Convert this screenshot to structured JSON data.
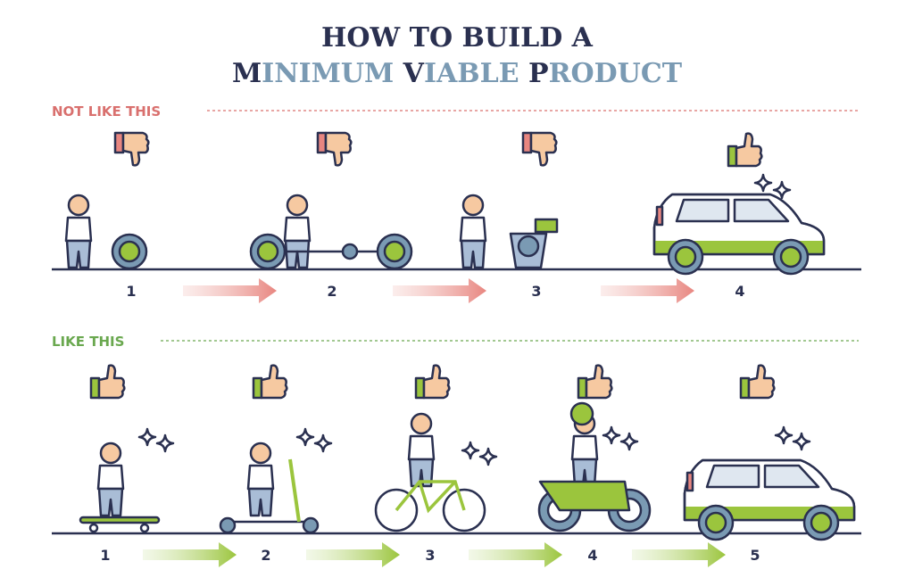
{
  "title": {
    "line1": "HOW TO BUILD A",
    "line2_parts": [
      {
        "text": "M",
        "accent": true
      },
      {
        "text": "INIMUM ",
        "accent": false
      },
      {
        "text": "V",
        "accent": true
      },
      {
        "text": "IABLE ",
        "accent": false
      },
      {
        "text": "P",
        "accent": true
      },
      {
        "text": "RODUCT",
        "accent": false
      }
    ]
  },
  "colors": {
    "navy": "#2a3050",
    "steel": "#7a9ab3",
    "red": "#d9706e",
    "green": "#6aa84f",
    "lime": "#9bc53d",
    "skin": "#f6c9a1"
  },
  "sections": [
    {
      "label": "NOT LIKE THIS",
      "steps": [
        {
          "number": "1",
          "item": "wheel",
          "rating": "thumbs-down"
        },
        {
          "number": "2",
          "item": "axle-chassis",
          "rating": "thumbs-down"
        },
        {
          "number": "3",
          "item": "parts-in-bin",
          "rating": "thumbs-down"
        },
        {
          "number": "4",
          "item": "car",
          "rating": "thumbs-up"
        }
      ]
    },
    {
      "label": "LIKE THIS",
      "steps": [
        {
          "number": "1",
          "item": "skateboard",
          "rating": "thumbs-up"
        },
        {
          "number": "2",
          "item": "scooter",
          "rating": "thumbs-up"
        },
        {
          "number": "3",
          "item": "bicycle",
          "rating": "thumbs-up"
        },
        {
          "number": "4",
          "item": "motorcycle",
          "rating": "thumbs-up"
        },
        {
          "number": "5",
          "item": "car",
          "rating": "thumbs-up"
        }
      ]
    }
  ]
}
